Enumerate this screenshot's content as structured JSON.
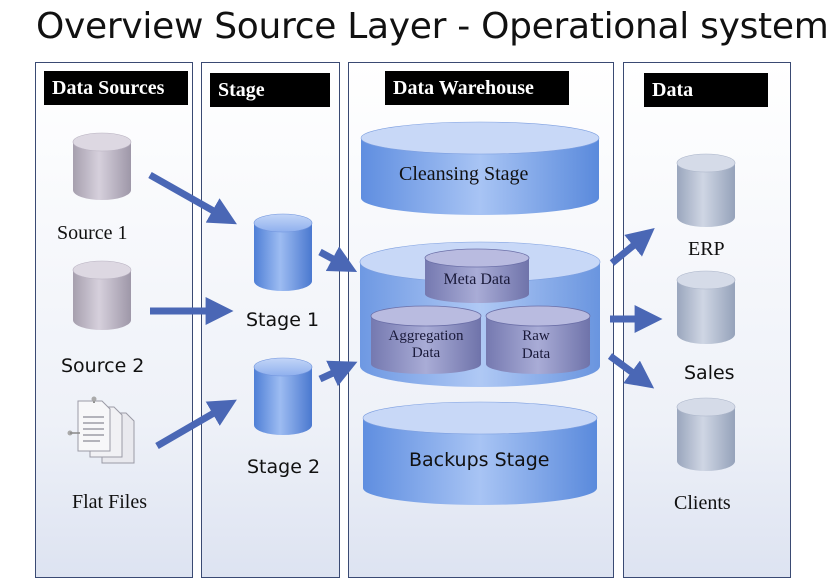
{
  "title": "Overview Source Layer - Operational systems",
  "panels": {
    "data_sources": "Data Sources",
    "stage": "Stage",
    "data_warehouse": "Data Warehouse",
    "data_marts": "Data"
  },
  "sources": {
    "source1": "Source 1",
    "source2": "Source 2",
    "flat_files": "Flat Files"
  },
  "stages": {
    "stage1": "Stage 1",
    "stage2": "Stage 2"
  },
  "warehouse": {
    "cleansing": "Cleansing Stage",
    "meta_data": "Meta Data",
    "aggregation_line1": "Aggregation",
    "aggregation_line2": "Data",
    "raw_line1": "Raw",
    "raw_line2": "Data",
    "backups": "Backups Stage"
  },
  "marts": {
    "erp": "ERP",
    "sales": "Sales",
    "clients": "Clients"
  },
  "colors": {
    "source_cylinder": "#c5bfcc",
    "blue_cylinder": "#7fa3e6",
    "mart_cylinder": "#b9c3d6",
    "arrow": "#4a67b5",
    "header_bg": "#000000"
  }
}
